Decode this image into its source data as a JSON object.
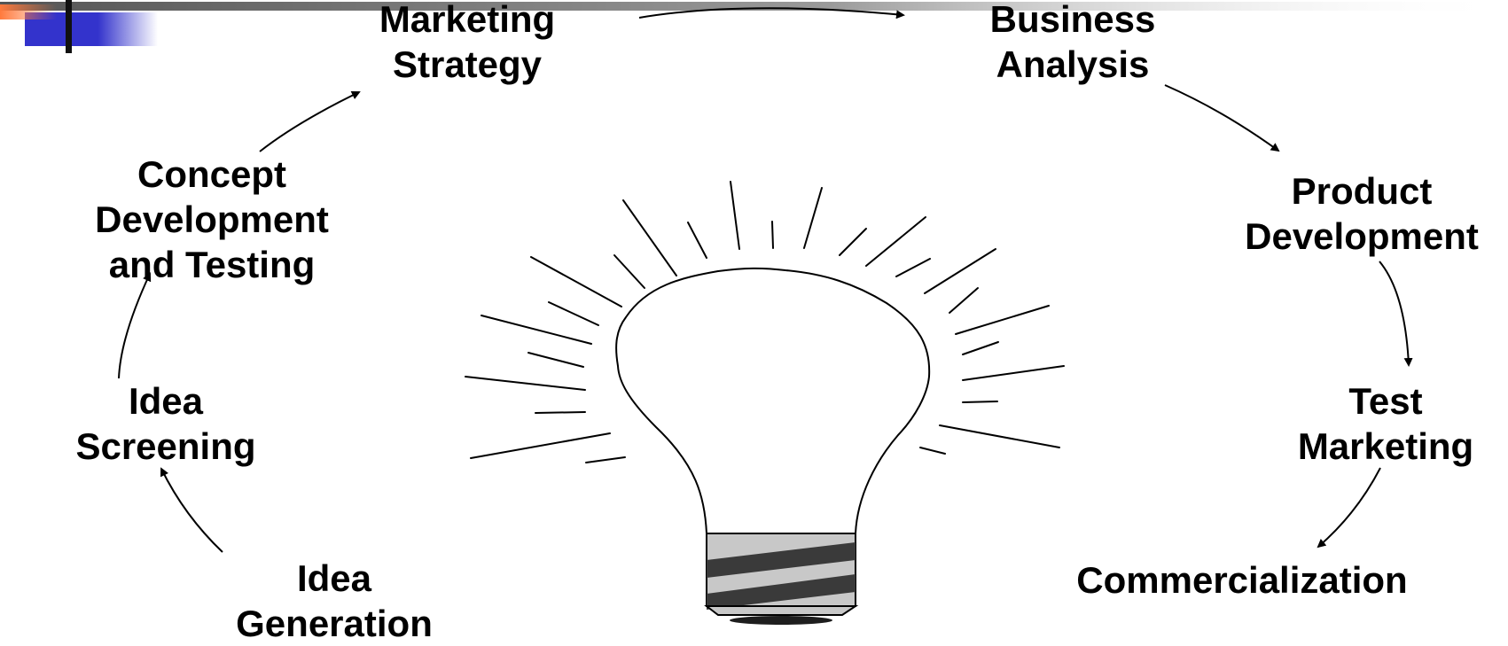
{
  "colors": {
    "ink": "#000000",
    "bulb_fill": "#ffffff",
    "screw_light": "#c8c8c8",
    "screw_dark": "#3a3a3a",
    "logo_blue": "#3333cc",
    "logo_orange": "#ff7a3d"
  },
  "icons": {
    "bulb": "lightbulb-icon",
    "logo": "slide-corner-logo"
  },
  "steps": [
    {
      "id": "idea-generation",
      "lines": [
        "Idea",
        "Generation"
      ]
    },
    {
      "id": "idea-screening",
      "lines": [
        "Idea",
        "Screening"
      ]
    },
    {
      "id": "concept-development",
      "lines": [
        "Concept",
        "Development",
        "and Testing"
      ]
    },
    {
      "id": "marketing-strategy",
      "lines": [
        "Marketing",
        "Strategy"
      ]
    },
    {
      "id": "business-analysis",
      "lines": [
        "Business",
        "Analysis"
      ]
    },
    {
      "id": "product-development",
      "lines": [
        "Product",
        "Development"
      ]
    },
    {
      "id": "test-marketing",
      "lines": [
        "Test",
        "Marketing"
      ]
    },
    {
      "id": "commercialization",
      "lines": [
        "Commercialization"
      ]
    }
  ]
}
